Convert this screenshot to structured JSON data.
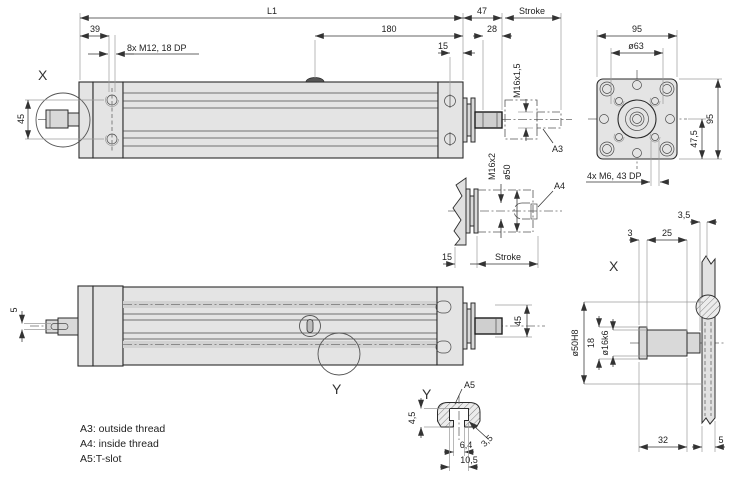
{
  "side_view": {
    "dim_l1": "L1",
    "dim_39": "39",
    "dim_180": "180",
    "dim_47": "47",
    "dim_28": "28",
    "dim_15": "15",
    "dim_stroke": "Stroke",
    "label_m12": "8x M12, 18 DP",
    "dim_45": "45",
    "label_m16x15": "M16x1,5",
    "label_a3": "A3",
    "detail_label": "X"
  },
  "front_view": {
    "dim_width": "95",
    "dim_boltcircle": "ø63",
    "dim_height": "95",
    "dim_half": "47,5",
    "label_m6": "4x M6, 43 DP"
  },
  "rear_detail": {
    "label_m16x2": "M16x2",
    "label_d50": "ø50",
    "label_a4": "A4",
    "dim_15": "15",
    "dim_stroke": "Stroke"
  },
  "bottom_view": {
    "dim_5": "5",
    "dim_45": "45",
    "detail_label": "Y"
  },
  "detail_x": {
    "title": "X",
    "dim_35": "3,5",
    "dim_3": "3",
    "dim_25": "25",
    "dim_d50h8": "ø50H8",
    "dim_18": "18",
    "dim_d16k6": "ø16k6",
    "dim_32": "32",
    "dim_5": "5"
  },
  "detail_y": {
    "title": "Y",
    "label_a5": "A5",
    "dim_45": "4,5",
    "dim_64": "6,4",
    "dim_105": "10,5",
    "dim_35": "3,5"
  },
  "legend": {
    "a3": "A3: outside thread",
    "a4": "A4: inside thread",
    "a5": "A5:T-slot"
  }
}
